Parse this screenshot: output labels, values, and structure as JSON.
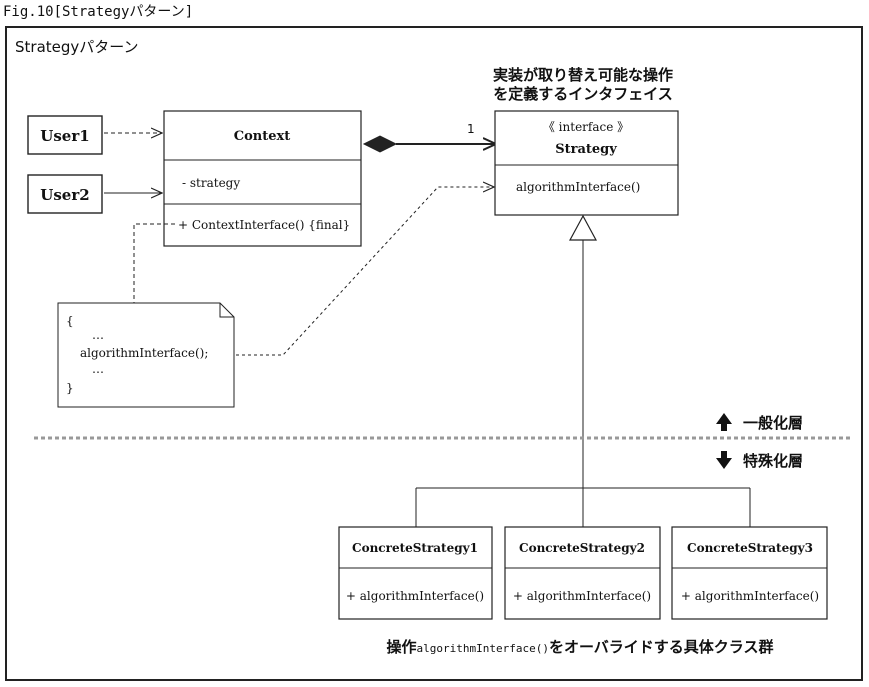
{
  "figure": {
    "caption": "Fig.10[Strategyパターン]",
    "frame_title": "Strategyパターン"
  },
  "clients": [
    {
      "label": "User1"
    },
    {
      "label": "User2"
    }
  ],
  "context": {
    "name": "Context",
    "attribute": "- strategy",
    "operation": "+ ContextInterface() {final}"
  },
  "association": {
    "multiplicity": "1"
  },
  "strategy": {
    "stereotype": "《 interface 》",
    "name": "Strategy",
    "operation": "algorithmInterface()"
  },
  "strategy_note": {
    "line1": "実装が取り替え可能な操作",
    "line2": "を定義するインタフェイス"
  },
  "code_note": {
    "open_brace": "{",
    "ellipsis1": "…",
    "call": "algorithmInterface();",
    "ellipsis2": "…",
    "close_brace": "}"
  },
  "layers": {
    "upper": "一般化層",
    "lower": "特殊化層"
  },
  "concrete": [
    {
      "name": "ConcreteStrategy1",
      "operation": "+ algorithmInterface()"
    },
    {
      "name": "ConcreteStrategy2",
      "operation": "+ algorithmInterface()"
    },
    {
      "name": "ConcreteStrategy3",
      "operation": "+ algorithmInterface()"
    }
  ],
  "bottom_note": {
    "prefix": "操作",
    "code": "algorithmInterface()",
    "suffix": "をオーバライドする具体クラス群"
  },
  "icons": {
    "up": "arrow-up-icon",
    "down": "arrow-down-icon"
  }
}
